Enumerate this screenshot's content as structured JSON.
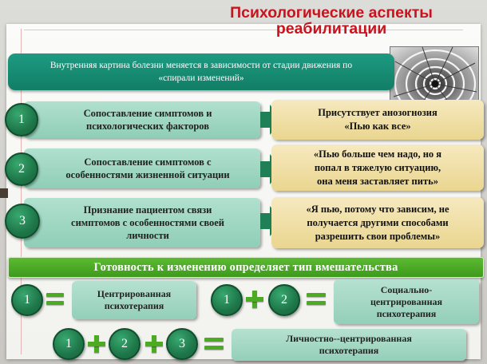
{
  "title": {
    "line1": "Психологические аспекты",
    "line2": "реабилитации"
  },
  "intro": {
    "line1": "Внутренняя картина болезни меняется в зависимости от стадии движения по",
    "line2": "«спирали изменений»"
  },
  "photo": {
    "icon": "spiral-staircase-image"
  },
  "steps": [
    {
      "number": "1",
      "lines": [
        "Сопоставление симптомов и",
        "психологических факторов"
      ],
      "quote": [
        "Присутствует анозогнозия",
        "«Пью как все»"
      ]
    },
    {
      "number": "2",
      "lines": [
        "Сопоставление симптомов с",
        "особенностями жизненной ситуации"
      ],
      "quote": [
        "«Пью больше чем надо, но я",
        "попал в тяжелую ситуацию,",
        "она меня заставляет пить»"
      ]
    },
    {
      "number": "3",
      "lines": [
        "Признание пациентом связи",
        "симптомов с особенностями своей",
        "личности"
      ],
      "quote": [
        "«Я пью, потому что зависим, не",
        "получается другими способами",
        "разрешить свои проблемы»"
      ]
    }
  ],
  "banner": "Готовность к изменению определяет тип вмешательства",
  "formulas": {
    "f1": {
      "operands": [
        "1"
      ],
      "result": [
        "Центрированная",
        "психотерапия"
      ]
    },
    "f2": {
      "operands": [
        "1",
        "2"
      ],
      "result": [
        "Социально-",
        "центрированная",
        "психотерапия"
      ]
    },
    "f3": {
      "operands": [
        "1",
        "2",
        "3"
      ],
      "result": [
        "Личностно--центрированная",
        "психотерапия"
      ]
    }
  },
  "colors": {
    "title": "#c8141e",
    "intro_bg": "#1d9a81",
    "circle": "#1e7648",
    "step_box": "#a3d9c5",
    "quote_box": "#f2e3b0",
    "banner": "#4fae25",
    "operator": "#4cab22",
    "arrow": "#1f7f57"
  }
}
